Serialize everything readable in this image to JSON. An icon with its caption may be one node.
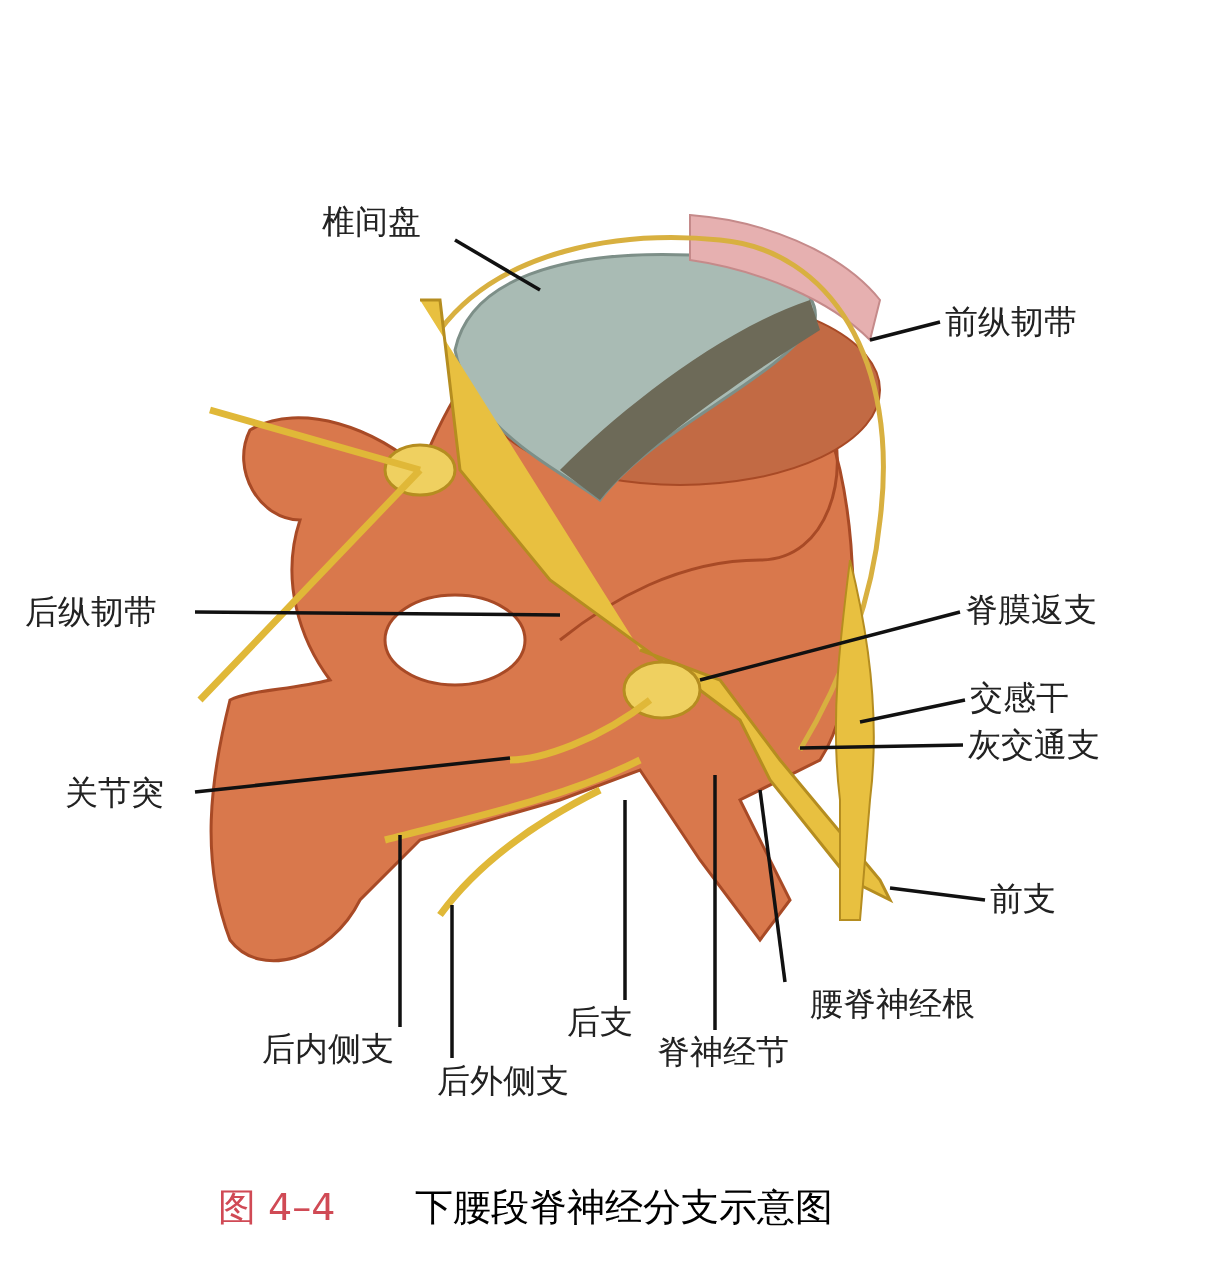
{
  "diagram": {
    "caption": "下腰段脊神经分支示意图",
    "nodes": [
      {
        "text": [
          "椎间盘"
        ]
      },
      {
        "text": [
          "前纵韧带"
        ]
      },
      {
        "text": [
          "后纵韧带"
        ]
      },
      {
        "text": [
          "脊膜返支"
        ]
      },
      {
        "text": [
          "交感干"
        ]
      },
      {
        "text": [
          "灰交通支"
        ]
      },
      {
        "text": [
          "关节突"
        ]
      },
      {
        "text": [
          "前支"
        ]
      },
      {
        "text": [
          "腰脊神经根"
        ]
      },
      {
        "text": [
          "后支"
        ]
      },
      {
        "text": [
          "后内侧支"
        ]
      },
      {
        "text": [
          "脊神经节"
        ]
      },
      {
        "text": [
          "后外侧支"
        ]
      }
    ],
    "edges": [
      {
        "from": 0,
        "to": null,
        "arrow": "none"
      },
      {
        "from": 1,
        "to": null,
        "arrow": "none"
      },
      {
        "from": 2,
        "to": null,
        "arrow": "none"
      },
      {
        "from": 3,
        "to": null,
        "arrow": "none"
      },
      {
        "from": 4,
        "to": null,
        "arrow": "none"
      },
      {
        "from": 5,
        "to": null,
        "arrow": "none"
      },
      {
        "from": 6,
        "to": null,
        "arrow": "none"
      },
      {
        "from": 7,
        "to": null,
        "arrow": "none"
      },
      {
        "from": 8,
        "to": null,
        "arrow": "none"
      },
      {
        "from": 9,
        "to": null,
        "arrow": "none"
      },
      {
        "from": 10,
        "to": null,
        "arrow": "none"
      },
      {
        "from": 11,
        "to": null,
        "arrow": "none"
      },
      {
        "from": 12,
        "to": null,
        "arrow": "none"
      }
    ],
    "labels": [
      "图 4–4"
    ]
  }
}
